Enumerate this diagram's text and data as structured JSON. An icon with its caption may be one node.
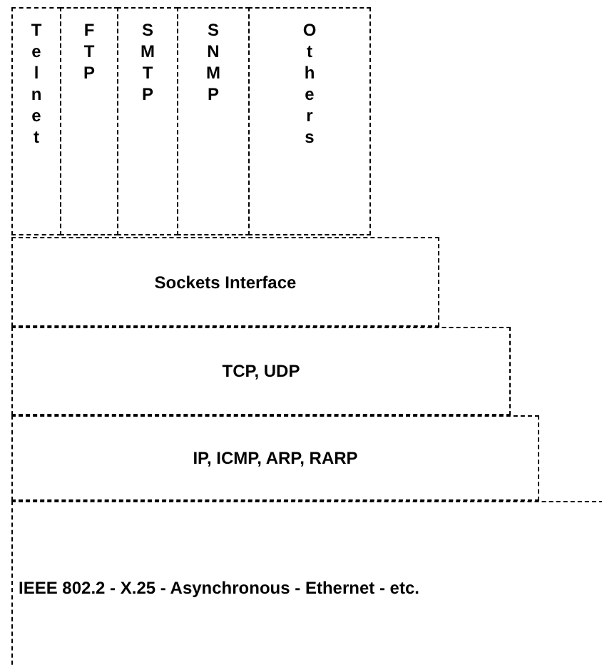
{
  "diagram": {
    "nodes": [
      {
        "text": [
          "Telnet"
        ]
      },
      {
        "text": [
          "FTP"
        ]
      },
      {
        "text": [
          "SMTP"
        ]
      },
      {
        "text": [
          "SNMP"
        ]
      },
      {
        "text": [
          "Others"
        ]
      },
      {
        "text": [
          "Sockets Interface"
        ]
      },
      {
        "text": [
          "TCP, UDP"
        ]
      },
      {
        "text": [
          "IP, ICMP, ARP, RARP"
        ]
      },
      {
        "text": [
          "IEEE 802.2 - X.25 - Asynchronous - Ethernet - etc."
        ]
      }
    ]
  }
}
